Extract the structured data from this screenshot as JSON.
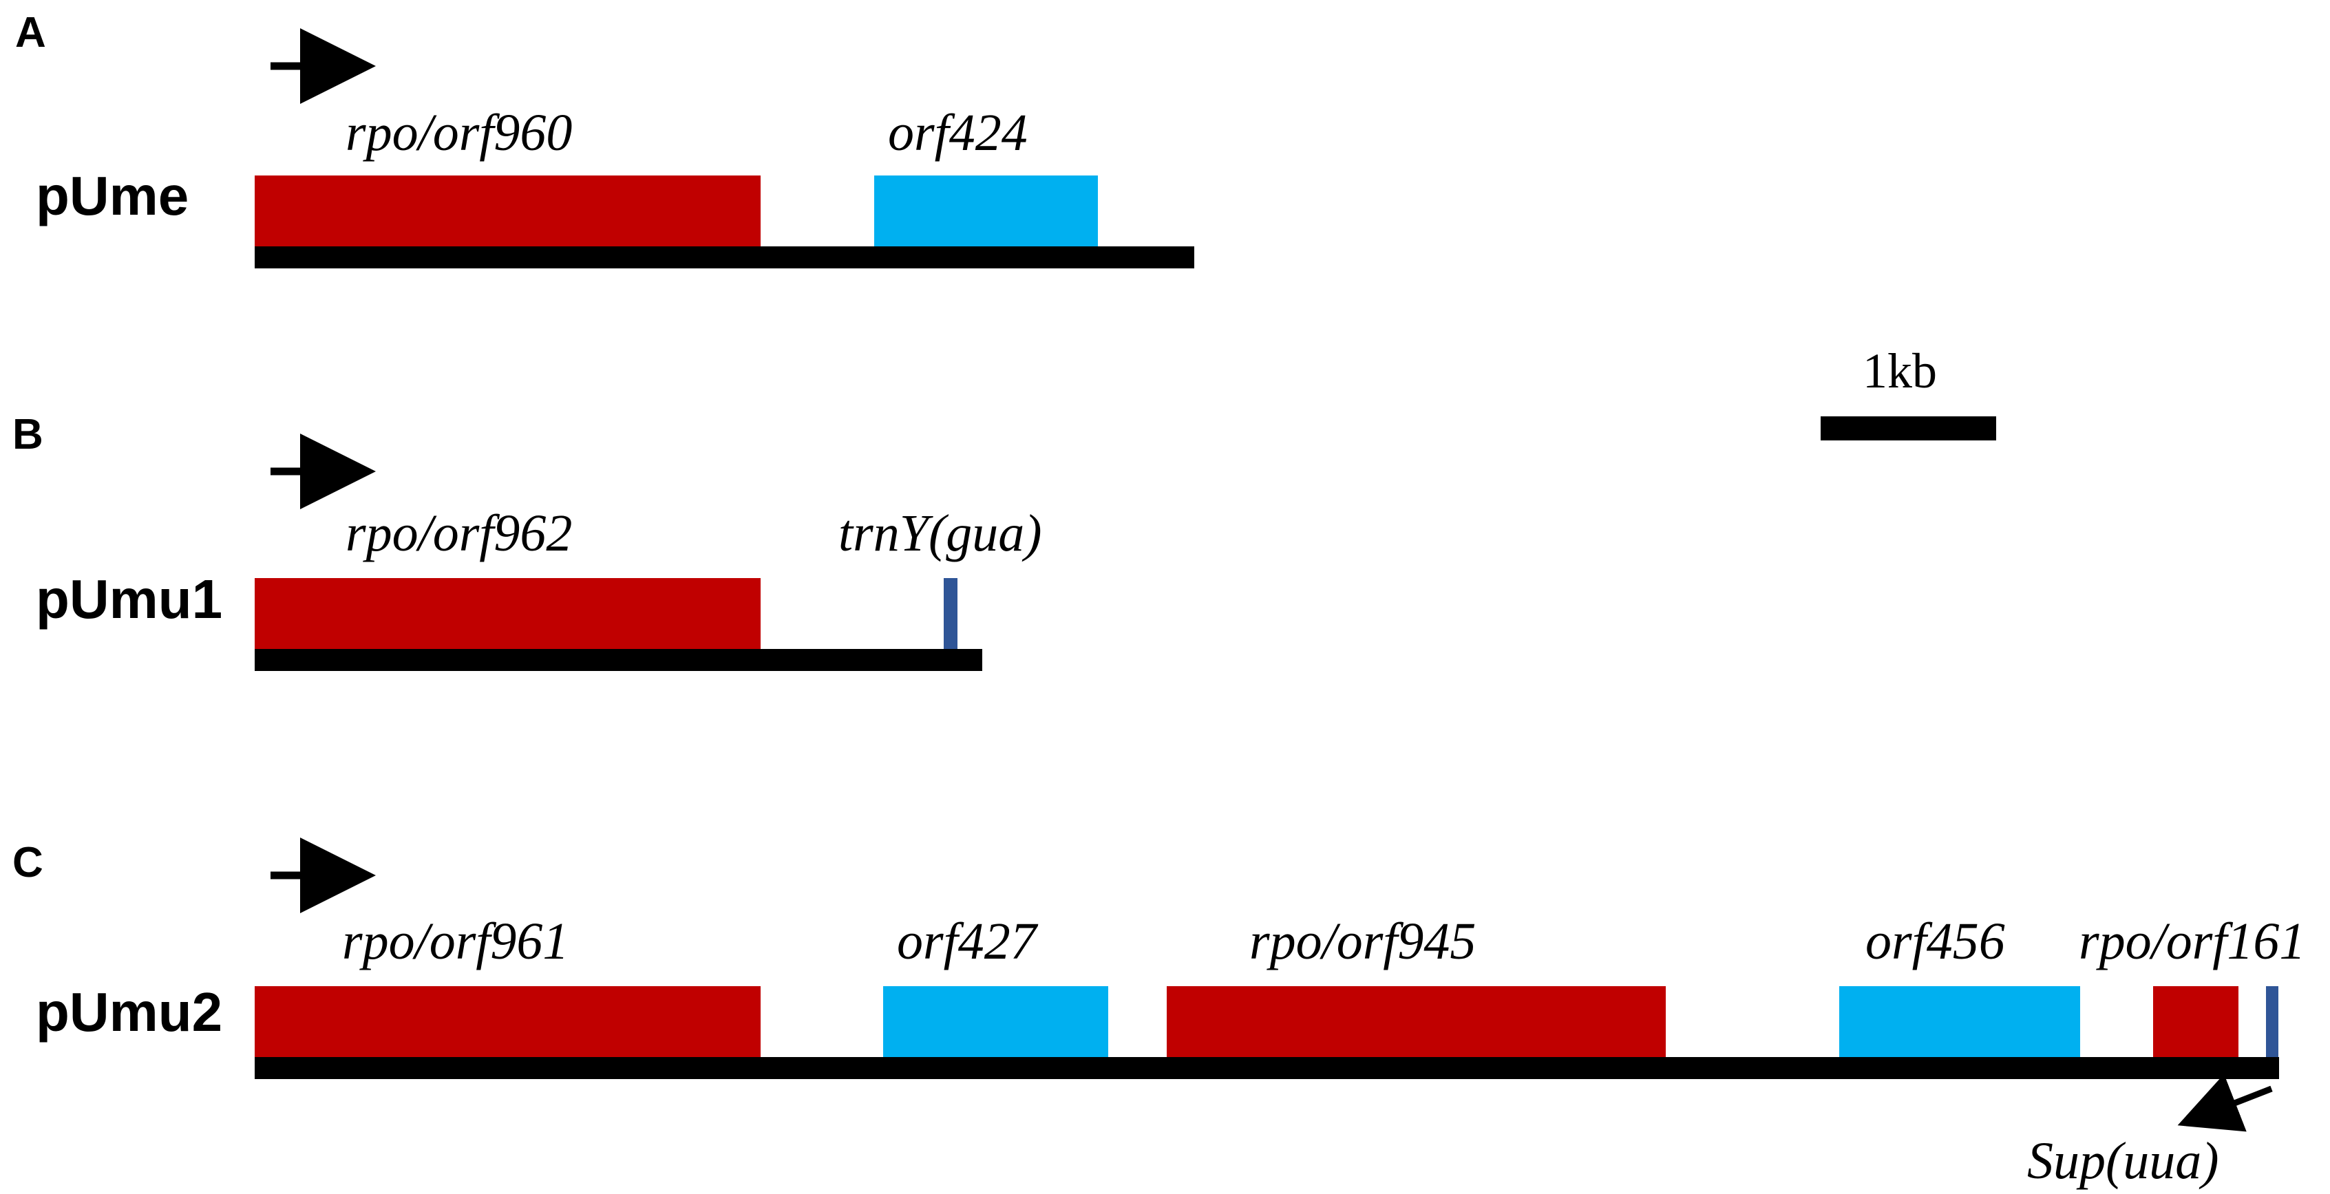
{
  "colors": {
    "rpo_gene": "#C00000",
    "orf_gene": "#00B0F0",
    "trna_gene": "#2F5597",
    "backbone": "#000000"
  },
  "scale": {
    "label": "1kb"
  },
  "panels": [
    {
      "letter": "A",
      "plasmid": "pUme",
      "genes": [
        {
          "label": "rpo/orf960",
          "type": "rpo"
        },
        {
          "label": "orf424",
          "type": "orf"
        }
      ]
    },
    {
      "letter": "B",
      "plasmid": "pUmu1",
      "genes": [
        {
          "label": "rpo/orf962",
          "type": "rpo"
        },
        {
          "label": "trnY(gua)",
          "type": "trna"
        }
      ]
    },
    {
      "letter": "C",
      "plasmid": "pUmu2",
      "genes": [
        {
          "label": "rpo/orf961",
          "type": "rpo"
        },
        {
          "label": "orf427",
          "type": "orf"
        },
        {
          "label": "rpo/orf945",
          "type": "rpo"
        },
        {
          "label": "orf456",
          "type": "orf"
        },
        {
          "label": "rpo/orf161",
          "type": "rpo"
        },
        {
          "label": "Sup(uua)",
          "type": "trna"
        }
      ]
    }
  ]
}
